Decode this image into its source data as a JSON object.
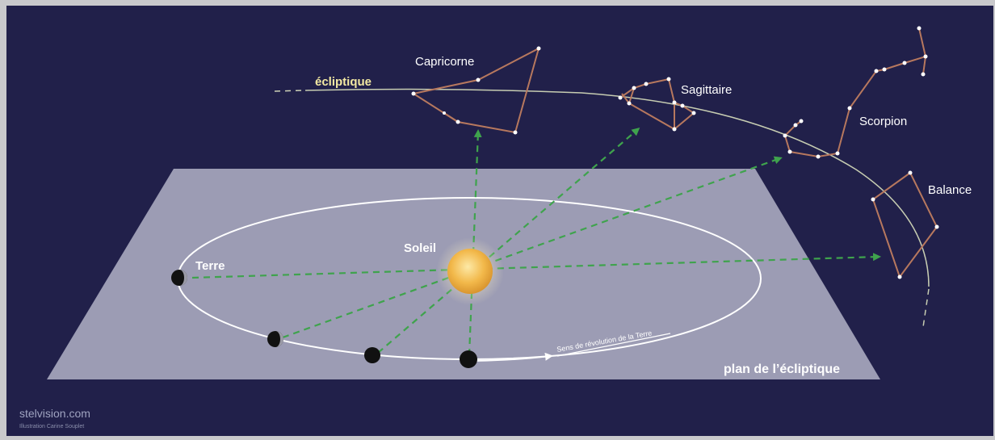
{
  "labels": {
    "ecliptic": "écliptique",
    "sun": "Soleil",
    "earth": "Terre",
    "revolution": "Sens de révolution de la Terre",
    "plane": "plan de l’écliptique",
    "credit_site": "stelvision.com",
    "credit_illustration": "Illustration Carine Souplet"
  },
  "constellations": {
    "capricorne": "Capricorne",
    "sagittaire": "Sagittaire",
    "scorpion": "Scorpion",
    "balance": "Balance"
  },
  "colors": {
    "frame": "#c9c9cc",
    "sky": "#21204a",
    "plane": "#9c9cb4",
    "orbit": "#ffffff",
    "sight_line": "#3fa34d",
    "constellation_line": "#b7785e",
    "sun": "#f2b84a"
  }
}
